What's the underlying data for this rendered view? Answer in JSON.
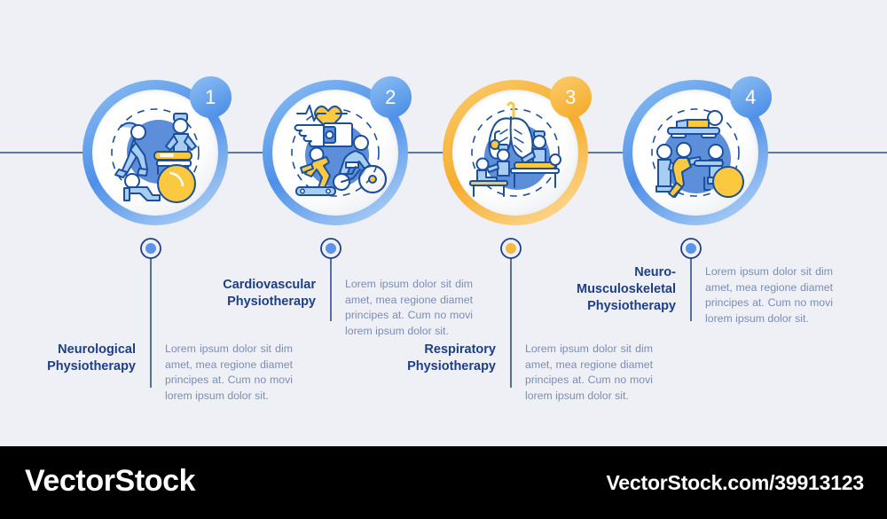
{
  "canvas": {
    "background": "#eff0f5",
    "timeline_color": "#2a4f8f"
  },
  "colors": {
    "blue_ring": "#4e90e8",
    "amber_ring": "#f6ad2e",
    "title_text": "#1d3f85",
    "body_text": "#7a8db4",
    "icon_blue": "#5c8ed9",
    "icon_yellow": "#fac93f",
    "icon_outline": "#1c4f9c",
    "dot_fill_blue": "#5b94e8",
    "dot_fill_amber": "#f6b93f"
  },
  "steps": [
    {
      "number": "1",
      "title": "Neurological\nPhysiotherapy",
      "body": "Lorem ipsum dolor sit dim amet, mea regione diamet principes at. Cum no movi lorem ipsum dolor sit.",
      "accent": "blue",
      "icon_name": "neurological-therapy-icon"
    },
    {
      "number": "2",
      "title": "Cardiovascular\nPhysiotherapy",
      "body": "Lorem ipsum dolor sit dim amet, mea regione diamet principes at. Cum no movi lorem ipsum dolor sit.",
      "accent": "blue",
      "icon_name": "cardiovascular-therapy-icon"
    },
    {
      "number": "3",
      "title": "Respiratory\nPhysiotherapy",
      "body": "Lorem ipsum dolor sit dim amet, mea regione diamet principes at. Cum no movi lorem ipsum dolor sit.",
      "accent": "amber",
      "icon_name": "respiratory-therapy-icon"
    },
    {
      "number": "4",
      "title": "Neuro-\nMusculoskeletal\nPhysiotherapy",
      "body": "Lorem ipsum dolor sit dim amet, mea regione diamet principes at. Cum no movi lorem ipsum dolor sit.",
      "accent": "blue",
      "icon_name": "neuromusculoskeletal-therapy-icon"
    }
  ],
  "footer": {
    "logo": "VectorStock",
    "url": "VectorStock.com/39913123"
  }
}
